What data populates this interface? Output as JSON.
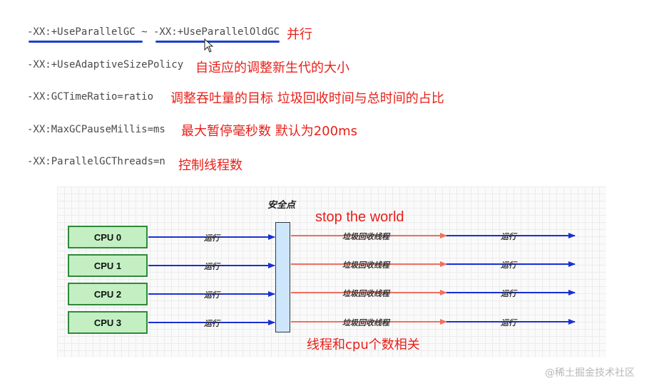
{
  "options": [
    {
      "code": "-XX:+UseParallelGC ~ -XX:+UseParallelOldGC",
      "desc": "并行"
    },
    {
      "code": "-XX:+UseAdaptiveSizePolicy",
      "desc": "自适应的调整新生代的大小"
    },
    {
      "code": "-XX:GCTimeRatio=ratio",
      "desc": "调整吞吐量的目标 垃圾回收时间与总时间的占比"
    },
    {
      "code": "-XX:MaxGCPauseMillis=ms",
      "desc": "最大暂停毫秒数 默认为200ms"
    },
    {
      "code": "-XX:ParallelGCThreads=n",
      "desc": "控制线程数"
    }
  ],
  "diagram": {
    "safepoint_label": "安全点",
    "top_note": "stop the world",
    "bottom_note": "线程和cpu个数相关",
    "cpus": [
      "CPU 0",
      "CPU 1",
      "CPU 2",
      "CPU 3"
    ],
    "run_label": "运行",
    "gc_label": "垃圾回收线程",
    "colors": {
      "run_arrow": "#1a2fd8",
      "gc_arrow": "#f07060",
      "cpu_fill": "#c3efc3",
      "cpu_border": "#2f8a3a",
      "safepoint_fill": "#cde6fb"
    }
  },
  "watermark": "@稀土掘金技术社区"
}
